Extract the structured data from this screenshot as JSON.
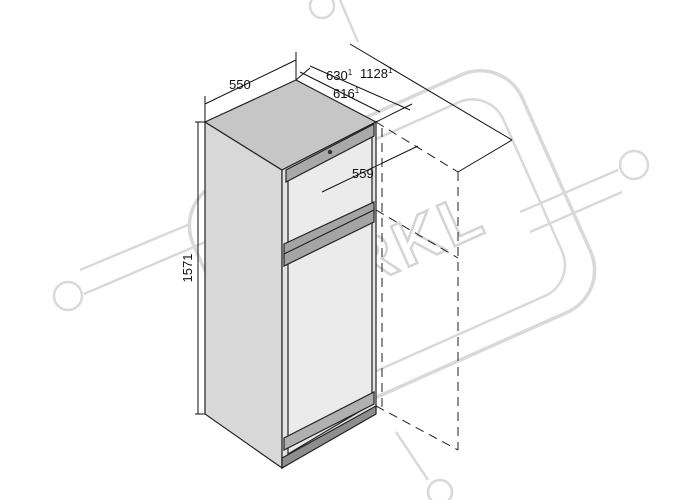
{
  "dimensions": {
    "width": {
      "value": "550",
      "sup": ""
    },
    "depth": {
      "value": "630",
      "sup": "1"
    },
    "depth_handles": {
      "value": "616",
      "sup": "1"
    },
    "door_open_depth": {
      "value": "1128",
      "sup": "1"
    },
    "door_width": {
      "value": "559",
      "sup": ""
    },
    "height": {
      "value": "1571",
      "sup": ""
    }
  },
  "watermark": {
    "text": "KRKL"
  },
  "colors": {
    "outline": "#222222",
    "body_side": "#d8d8d8",
    "body_top": "#c4c4c4",
    "door_front": "#e6e6e6",
    "handle": "#a8a8a8",
    "watermark": "#d4d4d4"
  }
}
